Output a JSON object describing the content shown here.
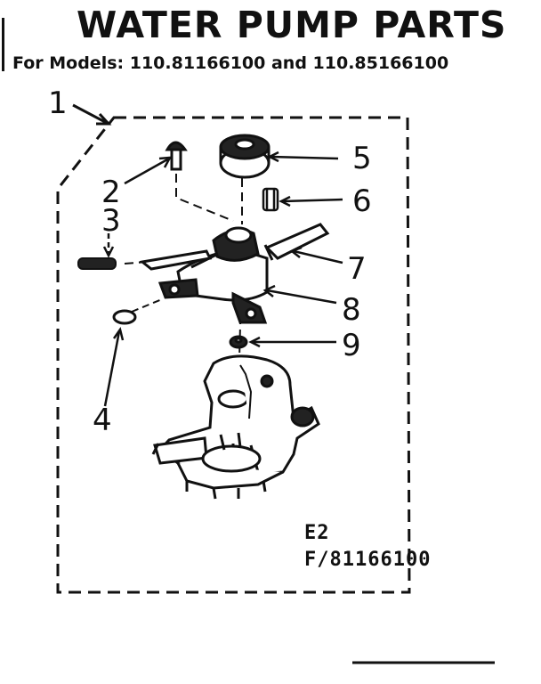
{
  "header": {
    "title": "WATER PUMP PARTS",
    "subtitle": "For Models: 110.81166100 and 110.85166100"
  },
  "callouts": [
    {
      "id": "1",
      "label": "1"
    },
    {
      "id": "2",
      "label": "2"
    },
    {
      "id": "3",
      "label": "3"
    },
    {
      "id": "4",
      "label": "4"
    },
    {
      "id": "5",
      "label": "5"
    },
    {
      "id": "6",
      "label": "6"
    },
    {
      "id": "7",
      "label": "7"
    },
    {
      "id": "8",
      "label": "8"
    },
    {
      "id": "9",
      "label": "9"
    }
  ],
  "codes": {
    "section": "E2",
    "figure": "F/81166100"
  }
}
